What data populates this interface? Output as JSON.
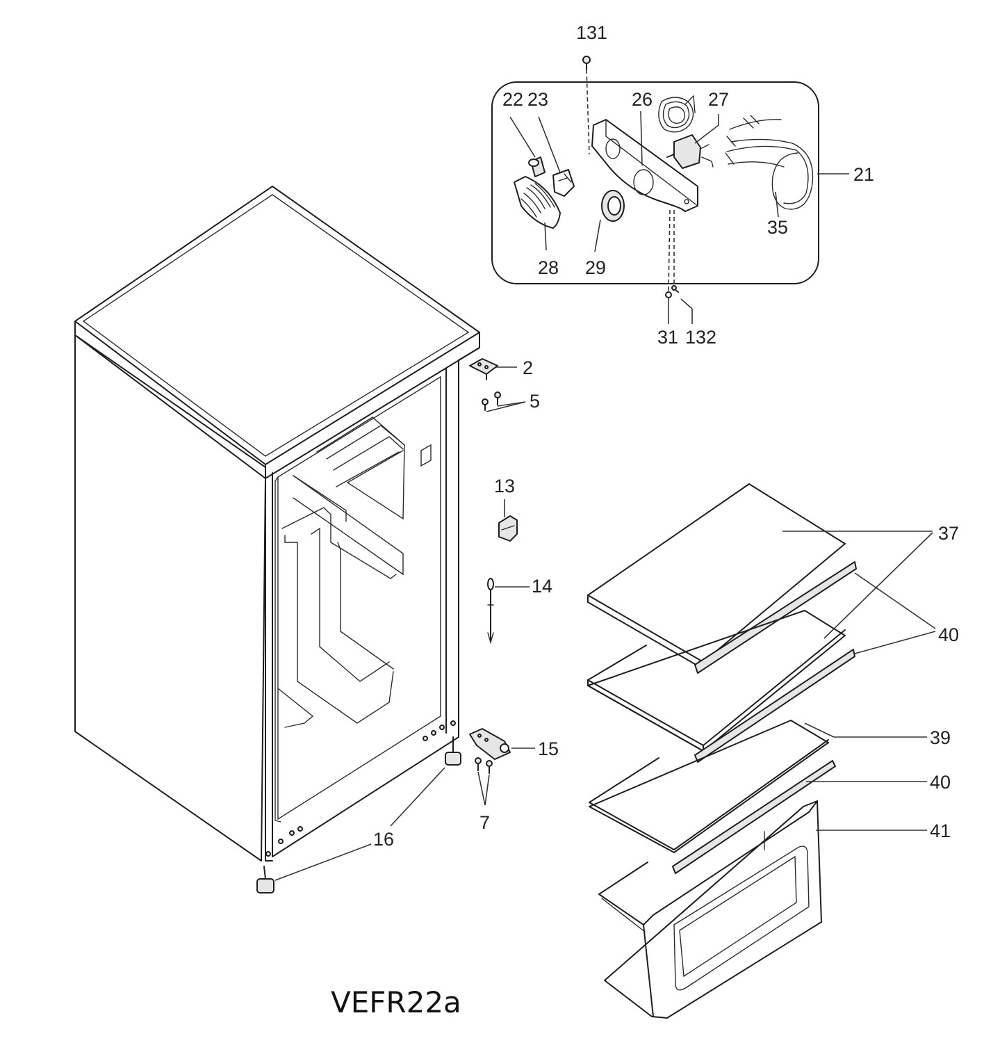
{
  "model_label": "VEFR22a",
  "callouts": {
    "c131": "131",
    "c22": "22",
    "c23": "23",
    "c26": "26",
    "c27": "27",
    "c21": "21",
    "c35": "35",
    "c28": "28",
    "c29": "29",
    "c31": "31",
    "c132": "132",
    "c2": "2",
    "c5": "5",
    "c13": "13",
    "c14": "14",
    "c37": "37",
    "c40a": "40",
    "c39": "39",
    "c40b": "40",
    "c41": "41",
    "c15": "15",
    "c7": "7",
    "c16": "16"
  }
}
